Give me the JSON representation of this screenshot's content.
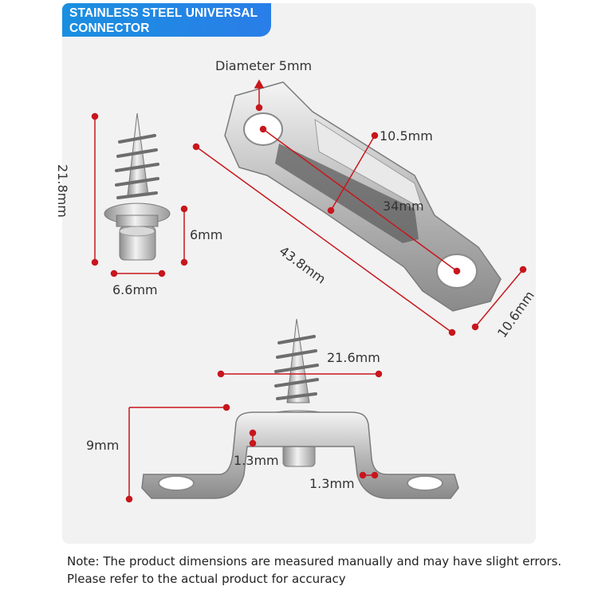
{
  "badge": {
    "line1": "STAINLESS STEEL UNIVERSAL",
    "line2": "CONNECTOR"
  },
  "labels": {
    "diameter": "Diameter 5mm",
    "hole_gap": "10.5mm",
    "slot_len": "34mm",
    "overall_len": "43.8mm",
    "width": "10.6mm",
    "screw_len": "21.8mm",
    "screw_head_h": "6mm",
    "screw_head_w": "6.6mm",
    "bridge_w": "21.6mm",
    "height": "9mm",
    "thick_1": "1.3mm",
    "thick_2": "1.3mm"
  },
  "note": "Note: The product dimensions are measured manually and may have slight errors. Please refer to the actual product for accuracy",
  "colors": {
    "accent": "#c8161d",
    "badge": "#1f86e4"
  }
}
